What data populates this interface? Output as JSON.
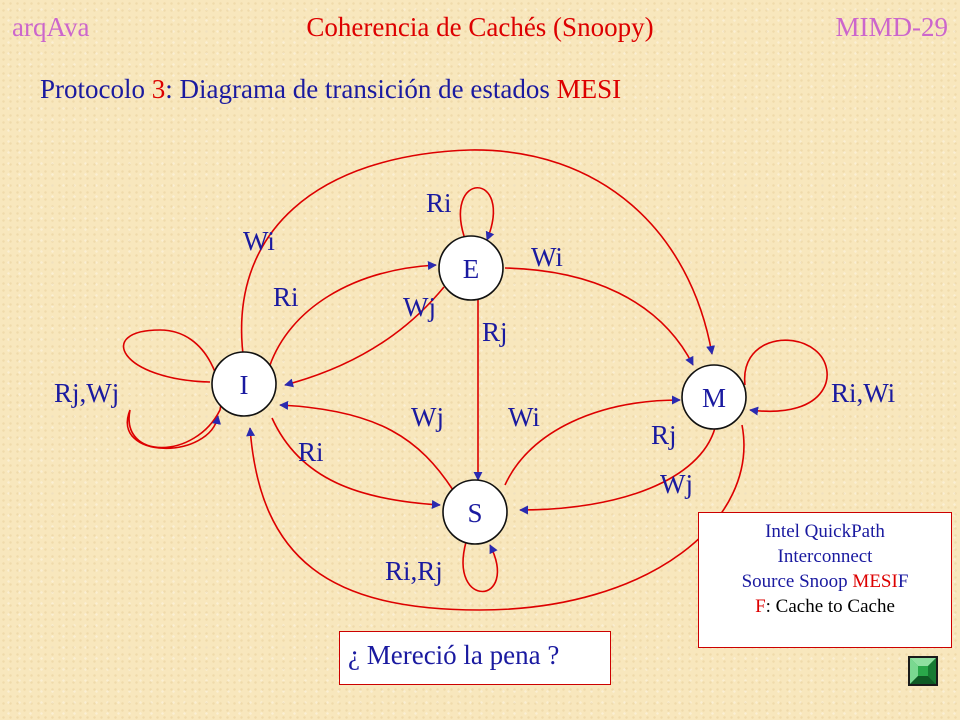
{
  "header": {
    "left": "arqAva",
    "center": "Coherencia de Cachés (Snoopy)",
    "right": "MIMD-29"
  },
  "subtitle": {
    "prefix": "Protocolo ",
    "number": "3",
    "middle": ": Diagrama de transición de estados ",
    "accent": "MESI"
  },
  "diagram": {
    "nodes": {
      "E": "E",
      "I": "I",
      "M": "M",
      "S": "S"
    },
    "labels": {
      "E_loop": "Ri",
      "I_to_M": "Wi",
      "E_to_M": "Wi",
      "I_to_E": "Ri",
      "E_to_I": "Wj",
      "E_to_S": "Rj",
      "I_loop": "Rj,Wj",
      "M_loop": "Ri,Wi",
      "S_to_I": "Wj",
      "S_to_M": "Wi",
      "M_to_S_r": "Rj",
      "I_to_S": "Ri",
      "M_to_S_w": "Wj",
      "S_loop": "Ri,Rj"
    }
  },
  "infobox": {
    "line1": "Intel QuickPath",
    "line2": "Interconnect",
    "line3_prefix": "Source Snoop ",
    "line3_red": "MESI",
    "line3_suffix": "F",
    "line4_prefix": "F",
    "line4_rest": ": Cache to Cache"
  },
  "question": {
    "text": "¿ Mereció la pena ?"
  },
  "colors": {
    "accent": "#dd0000",
    "text": "#1a1aa0",
    "header": "#cc66cc",
    "background": "#f8e7bd",
    "nav_button": "#2aa84a"
  },
  "nav": {
    "icon": "next-slide-button"
  }
}
